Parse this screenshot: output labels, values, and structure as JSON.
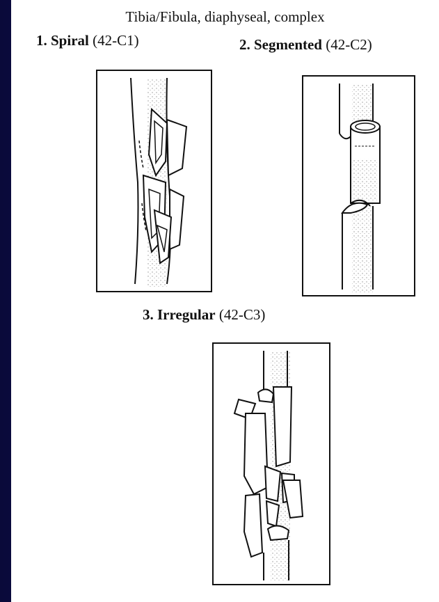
{
  "title": "Tibia/Fibula, diaphyseal, complex",
  "types": [
    {
      "name": "1. Spiral",
      "code": "(42-C1)",
      "illustration": "spiral-fracture"
    },
    {
      "name": "2. Segmented",
      "code": "(42-C2)",
      "illustration": "segmented-fracture"
    },
    {
      "name": "3. Irregular",
      "code": "(42-C3)",
      "illustration": "irregular-fracture"
    }
  ]
}
